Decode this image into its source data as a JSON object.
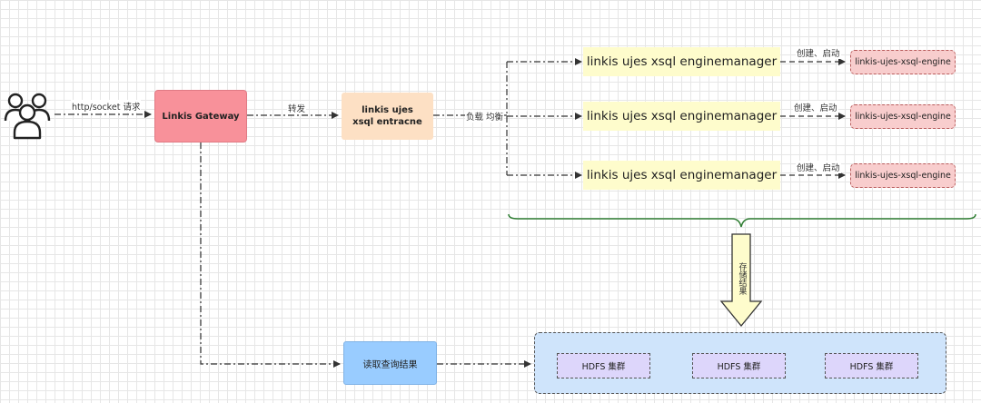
{
  "nodes": {
    "gateway": "Linkis Gateway",
    "entrance_line1": "linkis ujes",
    "entrance_line2": "xsql entracne",
    "engine_managers": [
      "linkis ujes xsql enginemanager",
      "linkis ujes xsql enginemanager",
      "linkis ujes xsql enginemanager"
    ],
    "engines": [
      "linkis-ujes-xsql-engine",
      "linkis-ujes-xsql-engine",
      "linkis-ujes-xsql-engine"
    ],
    "read_results": "读取查询结果",
    "hdfs": [
      "HDFS 集群",
      "HDFS 集群",
      "HDFS 集群"
    ]
  },
  "edges": {
    "http_socket": "http/socket 请求",
    "forward": "转发",
    "load_balance": "负载 均衡",
    "create_start": [
      "创建、启动",
      "创建、启动",
      "创建、启动"
    ],
    "store_results": "存储结果"
  },
  "colors": {
    "gateway": "#f8919a",
    "entrance": "#fde0c4",
    "engine_manager": "#fefccc",
    "engine": "#f8cdcd",
    "read_results": "#99ccff",
    "cluster": "#cfe4fb",
    "hdfs": "#ddd6fb",
    "brace": "#2e7d32"
  },
  "icons": {
    "users": "users-icon"
  }
}
